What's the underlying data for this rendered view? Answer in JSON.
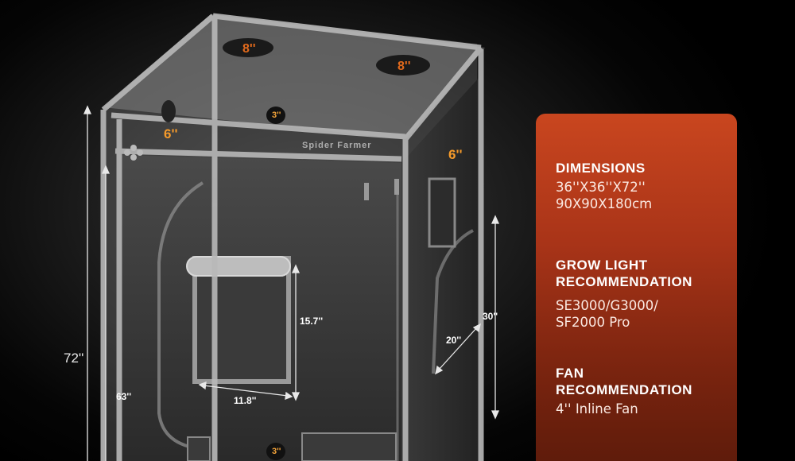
{
  "brand_text": "Spider Farmer",
  "labels": {
    "top_hole_left": "8''",
    "top_hole_right": "8''",
    "front_port_left": "6''",
    "top_port_small": "3''",
    "right_port": "6''",
    "bottom_port": "3''",
    "window_height": "15.7''",
    "window_width": "11.8''",
    "side_door_height": "30''",
    "side_door_width": "20''",
    "total_height": "72''",
    "door_height": "63''"
  },
  "panel": {
    "dimensions_title": "DIMENSIONS",
    "dimensions_value": "36''X36''X72''\n90X90X180cm",
    "light_title": "GROW LIGHT\nRECOMMENDATION",
    "light_value": "SE3000/G3000/\nSF2000 Pro",
    "fan_title": "FAN\nRECOMMENDATION",
    "fan_value": "4'' Inline Fan"
  },
  "colors": {
    "panel_top": "#c9461f",
    "panel_bottom": "#5a1a0a",
    "accent_orange": "#f59a2a"
  }
}
